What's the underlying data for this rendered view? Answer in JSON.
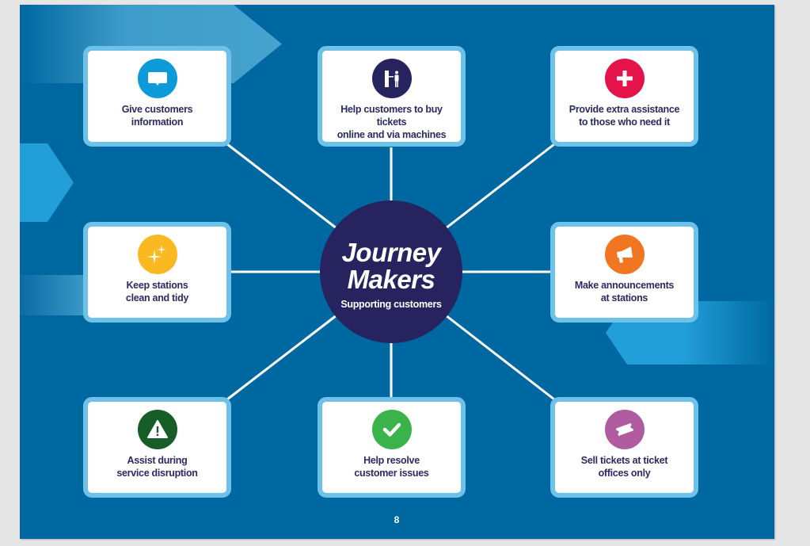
{
  "hub": {
    "title": "Journey\nMakers",
    "subtitle": "Supporting customers",
    "color": "#27235f"
  },
  "nodes": [
    {
      "label": "Give customers\ninformation",
      "icon": "speech-bubble-icon",
      "icon_color": "#0c9ad8"
    },
    {
      "label": "Help customers to buy tickets\nonline and via machines",
      "icon": "ticket-machine-icon",
      "icon_color": "#27235f"
    },
    {
      "label": "Provide extra assistance\nto those who need it",
      "icon": "plus-icon",
      "icon_color": "#e4144a"
    },
    {
      "label": "Keep stations\nclean and tidy",
      "icon": "sparkle-icon",
      "icon_color": "#fbb921"
    },
    {
      "label": "Make announcements\nat stations",
      "icon": "megaphone-icon",
      "icon_color": "#f07622"
    },
    {
      "label": "Assist during\nservice disruption",
      "icon": "warning-icon",
      "icon_color": "#175d28"
    },
    {
      "label": "Help resolve\ncustomer issues",
      "icon": "checkmark-icon",
      "icon_color": "#3ab34a"
    },
    {
      "label": "Sell tickets at ticket\noffices only",
      "icon": "ticket-icon",
      "icon_color": "#b05aa0"
    }
  ],
  "page_number": "8",
  "colors": {
    "background": "#0068a0",
    "card_border": "#6ec1e8",
    "label_text": "#2b2a63",
    "connector": "#ffffff"
  }
}
